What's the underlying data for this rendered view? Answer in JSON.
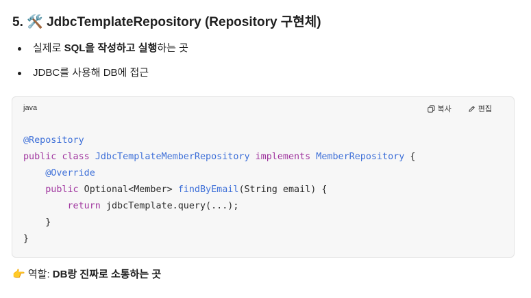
{
  "heading": {
    "number": "5.",
    "emoji": "🛠️",
    "title": "JdbcTemplateRepository (Repository 구현체)"
  },
  "bullets": [
    {
      "pre": "실제로 ",
      "bold1": "SQL을 작성하고",
      "mid": " ",
      "bold2": "실행",
      "post": "하는 곳"
    },
    {
      "text": "JDBC를 사용해 DB에 접근"
    }
  ],
  "code_block": {
    "language": "java",
    "copy_label": "복사",
    "edit_label": "편집",
    "lines": [
      [
        {
          "t": "ann",
          "v": "@Repository"
        }
      ],
      [
        {
          "t": "kw",
          "v": "public"
        },
        {
          "t": "plain",
          "v": " "
        },
        {
          "t": "kw",
          "v": "class"
        },
        {
          "t": "plain",
          "v": " "
        },
        {
          "t": "type",
          "v": "JdbcTemplateMemberRepository"
        },
        {
          "t": "plain",
          "v": " "
        },
        {
          "t": "kw",
          "v": "implements"
        },
        {
          "t": "plain",
          "v": " "
        },
        {
          "t": "type",
          "v": "MemberRepository"
        },
        {
          "t": "plain",
          "v": " {"
        }
      ],
      [
        {
          "t": "plain",
          "v": "    "
        },
        {
          "t": "ann",
          "v": "@Override"
        }
      ],
      [
        {
          "t": "plain",
          "v": "    "
        },
        {
          "t": "kw",
          "v": "public"
        },
        {
          "t": "plain",
          "v": " Optional<Member> "
        },
        {
          "t": "fn",
          "v": "findByEmail"
        },
        {
          "t": "plain",
          "v": "(String email) {"
        }
      ],
      [
        {
          "t": "plain",
          "v": "        "
        },
        {
          "t": "kw",
          "v": "return"
        },
        {
          "t": "plain",
          "v": " jdbcTemplate.query(...);"
        }
      ],
      [
        {
          "t": "plain",
          "v": "    }"
        }
      ],
      [
        {
          "t": "plain",
          "v": "}"
        }
      ]
    ]
  },
  "footer": {
    "emoji": "👉",
    "label": " 역할: ",
    "bold": "DB랑 진짜로 소통하는 곳"
  }
}
